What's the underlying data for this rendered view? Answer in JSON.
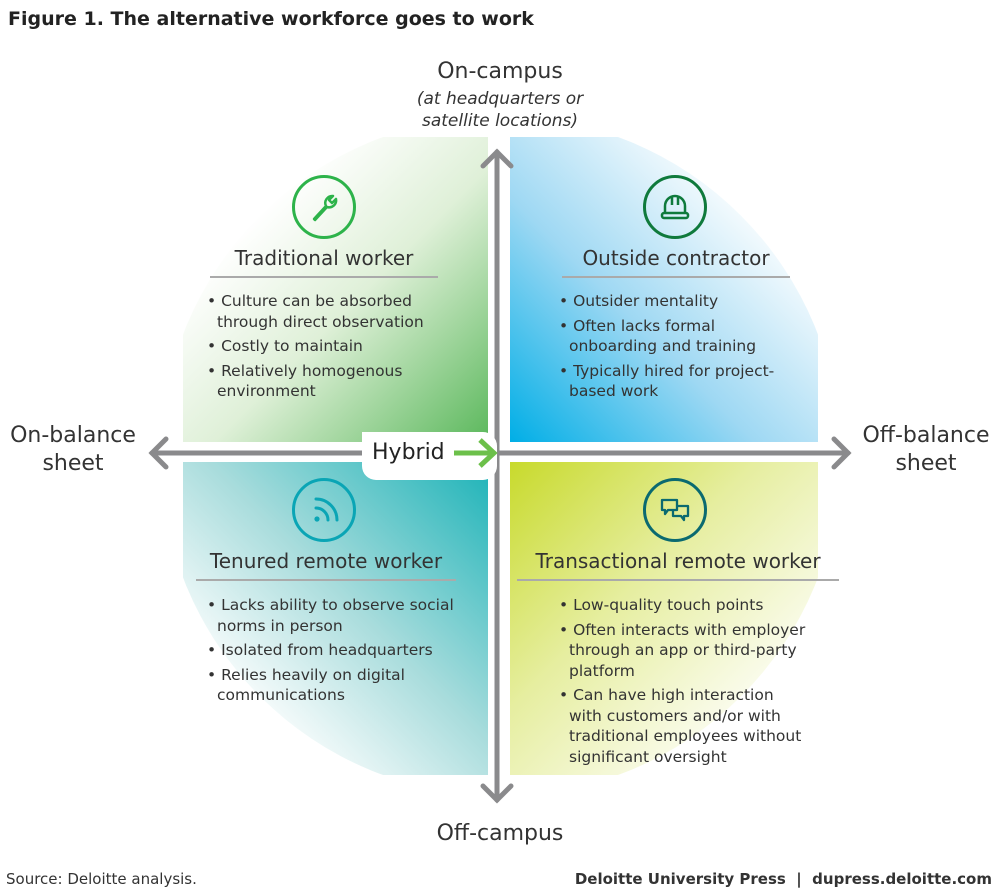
{
  "title": "Figure 1. The alternative workforce goes to work",
  "axes": {
    "top": "On-campus",
    "top_sub_1": "(at headquarters or",
    "top_sub_2": "satellite locations)",
    "bottom": "Off-campus",
    "left_1": "On-balance",
    "left_2": "sheet",
    "right_1": "Off-balance",
    "right_2": "sheet",
    "center": "Hybrid"
  },
  "quadrants": [
    {
      "title": "Traditional worker",
      "icon": "wrench-icon",
      "color": "#2db34a",
      "bullets": [
        "Culture can be absorbed through direct observation",
        "Costly to maintain",
        "Relatively homogenous environment"
      ]
    },
    {
      "title": "Outside contractor",
      "icon": "hard-hat-icon",
      "color": "#0f7a3c",
      "bullets": [
        "Outsider mentality",
        "Often lacks formal onboarding and training",
        "Typically hired for project-based work"
      ]
    },
    {
      "title": "Tenured remote worker",
      "icon": "wifi-signal-icon",
      "color": "#0aa5b5",
      "bullets": [
        "Lacks ability to observe social norms in person",
        "Isolated from headquarters",
        "Relies heavily on digital communications"
      ]
    },
    {
      "title": "Transactional remote worker",
      "icon": "chat-bubbles-icon",
      "color": "#0b6a70",
      "bullets": [
        "Low-quality touch points",
        "Often interacts with employer through an app or third-party platform",
        "Can have high interaction with customers and/or with traditional employees without significant oversight"
      ]
    }
  ],
  "footer": {
    "source": "Source: Deloitte analysis.",
    "credit": "Deloitte University Press  |  dupress.deloitte.com"
  }
}
